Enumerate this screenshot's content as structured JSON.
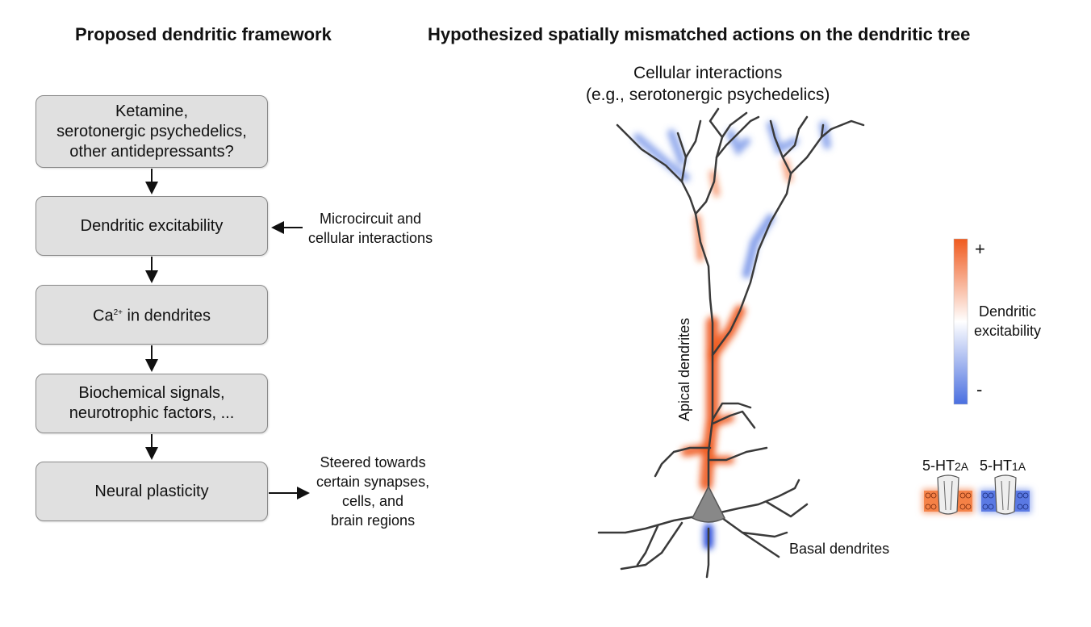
{
  "left_title": "Proposed dendritic framework",
  "right_title": "Hypothesized spatially mismatched actions on the dendritic tree",
  "flow": {
    "box1": "Ketamine,\nserotonergic psychedelics,\nother antidepressants?",
    "box2": "Dendritic excitability",
    "box3_main": "Ca",
    "box3_sup": "2+",
    "box3_rest": " in dendrites",
    "box4": "Biochemical signals,\nneurotrophic factors, ...",
    "box5": "Neural plasticity"
  },
  "notes": {
    "microcircuit": "Microcircuit and\ncellular interactions",
    "steered": "Steered towards\ncertain synapses,\ncells, and\nbrain regions"
  },
  "neuron": {
    "top_label": "Cellular interactions\n(e.g., serotonergic psychedelics)",
    "apical_label": "Apical dendrites",
    "basal_label": "Basal dendrites"
  },
  "colorbar": {
    "plus": "+",
    "minus": "-",
    "label": "Dendritic\nexcitability",
    "colors": {
      "positive": "#f05a1e",
      "neutral": "#ffffff",
      "negative": "#4a6fe0"
    }
  },
  "receptors": {
    "r1_main": "5-HT",
    "r1_sub": "2A",
    "r2_main": "5-HT",
    "r2_sub": "1A"
  }
}
